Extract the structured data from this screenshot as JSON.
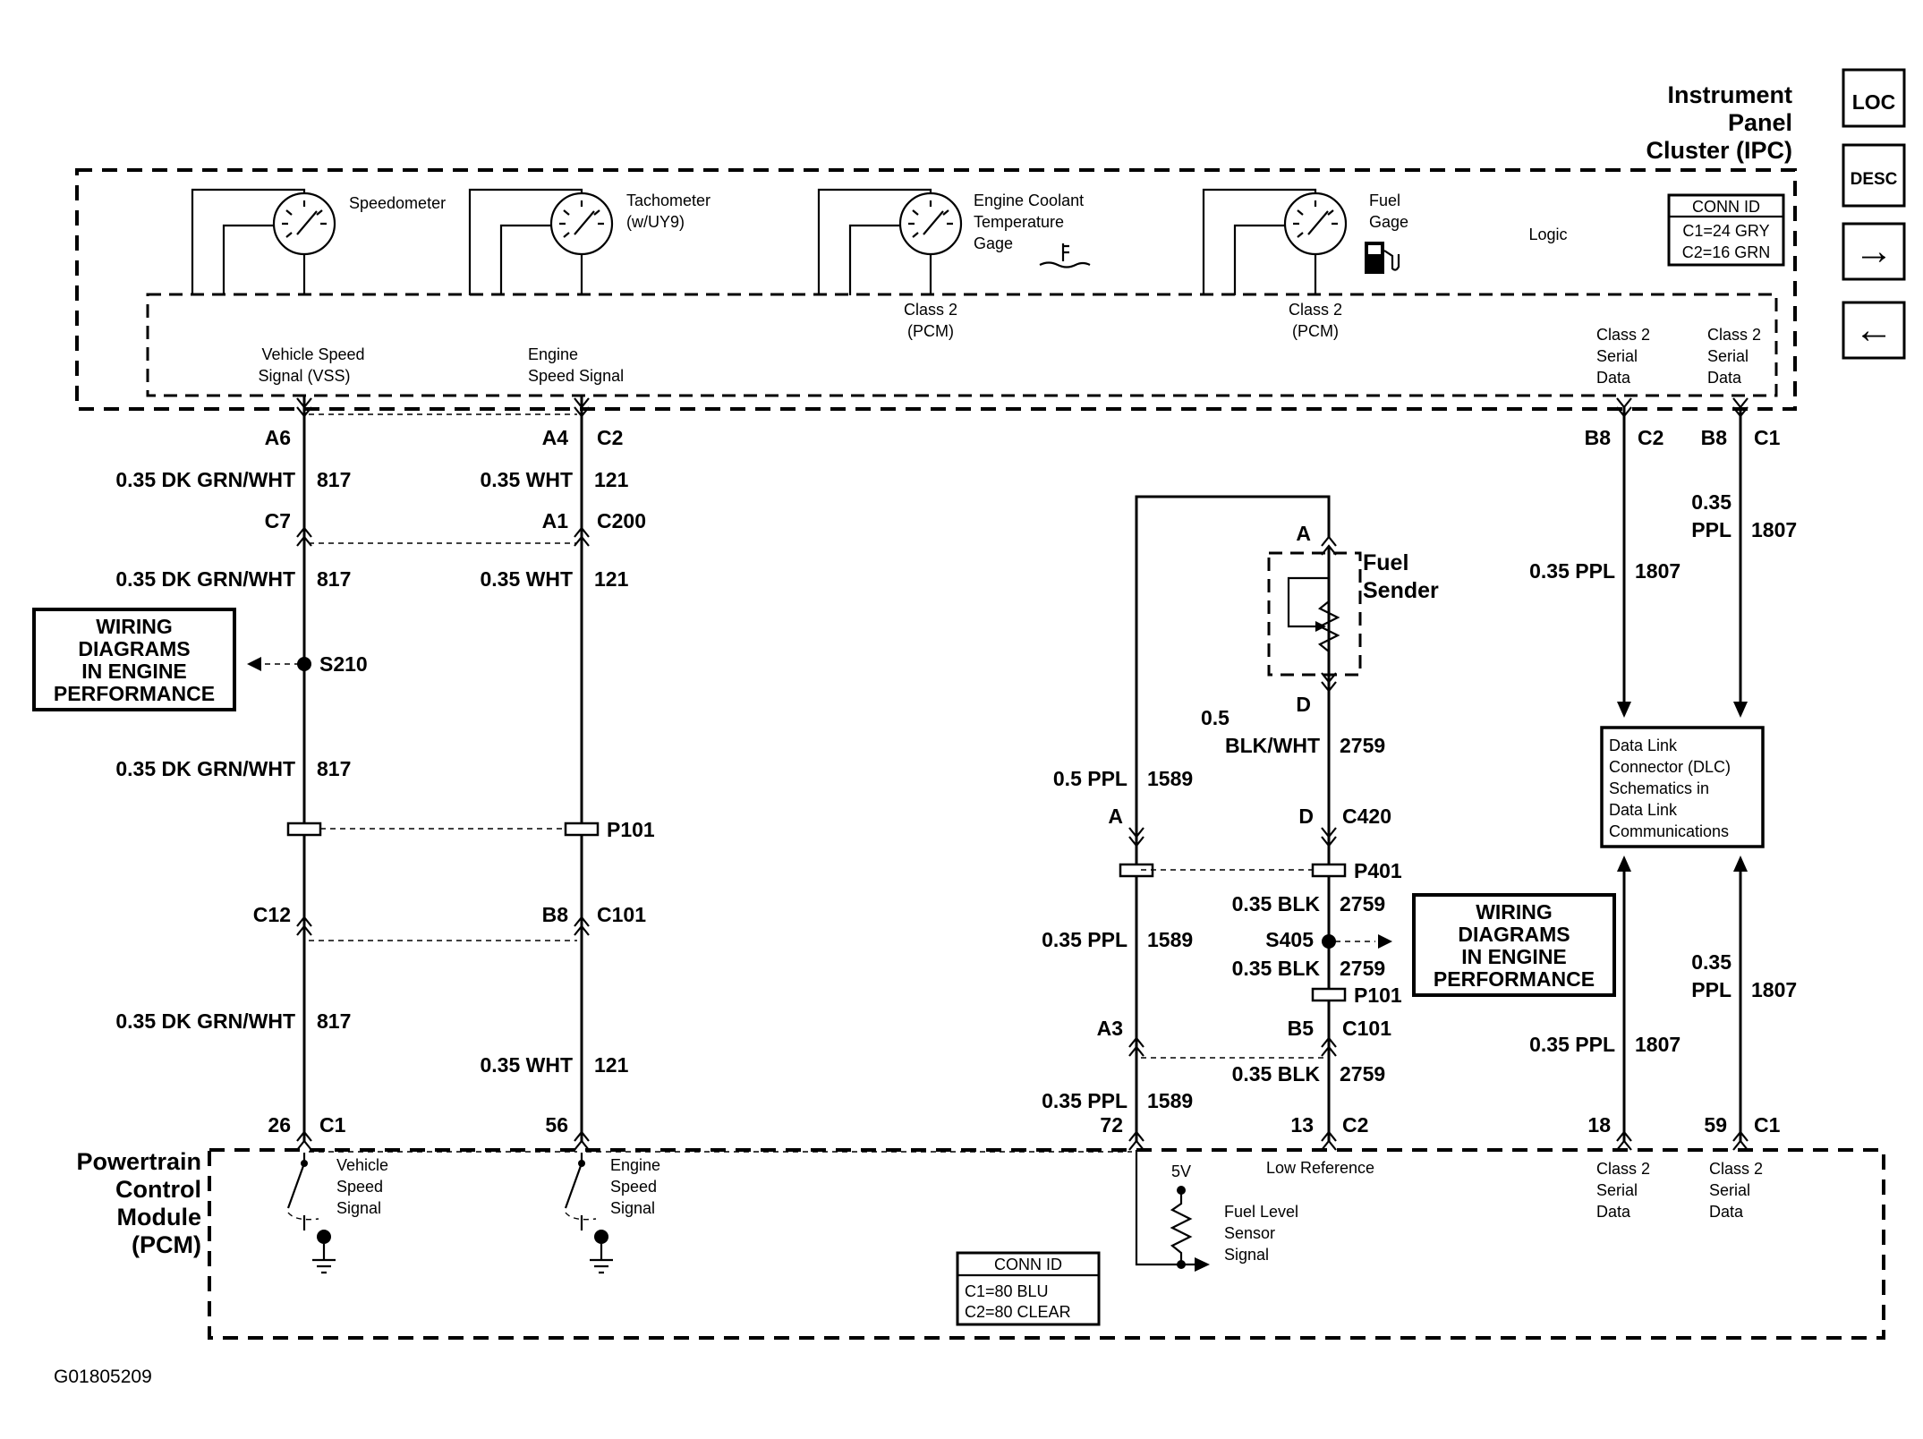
{
  "nav": {
    "loc": "LOC",
    "desc": "DESC",
    "next": "→",
    "prev": "←"
  },
  "ipc": {
    "title_l1": "Instrument",
    "title_l2": "Panel",
    "title_l3": "Cluster (IPC)",
    "conn_header": "CONN ID",
    "conn_c1": "C1=24 GRY",
    "conn_c2": "C2=16 GRN",
    "logic": "Logic",
    "speedo": "Speedometer",
    "tach_l1": "Tachometer",
    "tach_l2": "(w/UY9)",
    "ect_l1": "Engine Coolant",
    "ect_l2": "Temperature",
    "ect_l3": "Gage",
    "fuel_l1": "Fuel",
    "fuel_l2": "Gage",
    "c2pcm_a1": "Class 2",
    "c2pcm_a2": "(PCM)",
    "c2pcm_b1": "Class 2",
    "c2pcm_b2": "(PCM)",
    "vss_l1": "Vehicle Speed",
    "vss_l2": "Signal (VSS)",
    "ess_l1": "Engine",
    "ess_l2": "Speed Signal",
    "sd1_l1": "Class 2",
    "sd1_l2": "Serial",
    "sd1_l3": "Data",
    "sd2_l1": "Class 2",
    "sd2_l2": "Serial",
    "sd2_l3": "Data"
  },
  "w817": {
    "a6": "A6",
    "wire": "0.35 DK GRN/WHT",
    "ckt": "817",
    "c7": "C7",
    "s210": "S210",
    "c12": "C12",
    "pin26": "26",
    "c1": "C1"
  },
  "w121": {
    "a4": "A4",
    "c2": "C2",
    "wire": "0.35 WHT",
    "ckt": "121",
    "a1": "A1",
    "c200": "C200",
    "p101": "P101",
    "b8": "B8",
    "c101": "C101",
    "pin56": "56"
  },
  "wd1": {
    "l1": "WIRING",
    "l2": "DIAGRAMS",
    "l3": "IN ENGINE",
    "l4": "PERFORMANCE"
  },
  "wd2": {
    "l1": "WIRING",
    "l2": "DIAGRAMS",
    "l3": "IN ENGINE",
    "l4": "PERFORMANCE"
  },
  "fuel": {
    "a": "A",
    "sender_l1": "Fuel",
    "sender_l2": "Sender",
    "d": "D",
    "w2759a": "0.5",
    "w2759b": "BLK/WHT",
    "ckt2759": "2759",
    "w1589a": "0.5 PPL",
    "ckt1589": "1589",
    "a_conn": "A",
    "d_conn": "D",
    "c420": "C420",
    "p401": "P401",
    "blk": "0.35 BLK",
    "ppl": "0.35 PPL",
    "s405": "S405",
    "p101": "P101",
    "a3": "A3",
    "b5": "B5",
    "c101": "C101",
    "pin72": "72",
    "pin13": "13",
    "c2": "C2"
  },
  "sdata": {
    "b8a": "B8",
    "c2": "C2",
    "b8b": "B8",
    "c1": "C1",
    "w_a": "0.35 PPL",
    "w_b1": "0.35",
    "w_b2": "PPL",
    "ckt": "1807",
    "dlc_l1": "Data Link",
    "dlc_l2": "Connector (DLC)",
    "dlc_l3": "Schematics in",
    "dlc_l4": "Data Link",
    "dlc_l5": "Communications",
    "pin18": "18",
    "pin59": "59",
    "c1b": "C1"
  },
  "pcm": {
    "title_l1": "Powertrain",
    "title_l2": "Control",
    "title_l3": "Module",
    "title_l4": "(PCM)",
    "vss_l1": "Vehicle",
    "vss_l2": "Speed",
    "vss_l3": "Signal",
    "ess_l1": "Engine",
    "ess_l2": "Speed",
    "ess_l3": "Signal",
    "v5": "5V",
    "lowref": "Low Reference",
    "fls_l1": "Fuel Level",
    "fls_l2": "Sensor",
    "fls_l3": "Signal",
    "sd1_l1": "Class 2",
    "sd1_l2": "Serial",
    "sd1_l3": "Data",
    "sd2_l1": "Class 2",
    "sd2_l2": "Serial",
    "sd2_l3": "Data",
    "conn_header": "CONN ID",
    "conn_c1": "C1=80 BLU",
    "conn_c2": "C2=80 CLEAR"
  },
  "figure_id": "G01805209"
}
